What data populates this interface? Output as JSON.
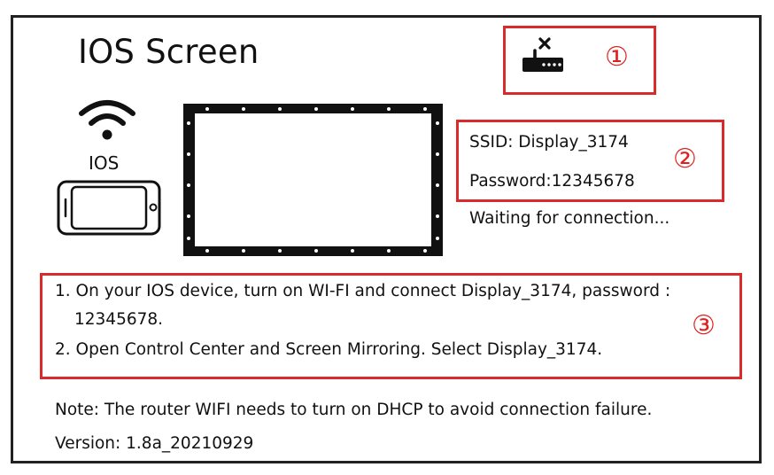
{
  "title": "IOS Screen",
  "ios_label": "IOS",
  "markers": [
    "①",
    "②",
    "③"
  ],
  "connection": {
    "ssid_text": "SSID:  Display_3174",
    "password_text": "Password:12345678",
    "status": "Waiting for connection..."
  },
  "instructions": {
    "line1": "1. On your IOS device, turn on WI-FI and connect Display_3174, password :",
    "line1_cont": "12345678.",
    "line2": "2. Open Control Center and Screen Mirroring. Select Display_3174."
  },
  "note": "Note: The router WIFI needs to turn on DHCP to avoid connection failure.",
  "version": "Version: 1.8a_20210929",
  "icons": [
    "router-disconnected-icon",
    "wifi-icon",
    "phone-icon"
  ],
  "colors": {
    "highlight_red": "#d92b2b",
    "marker_red": "#e02020",
    "frame": "#222222",
    "screen": "#111111"
  }
}
